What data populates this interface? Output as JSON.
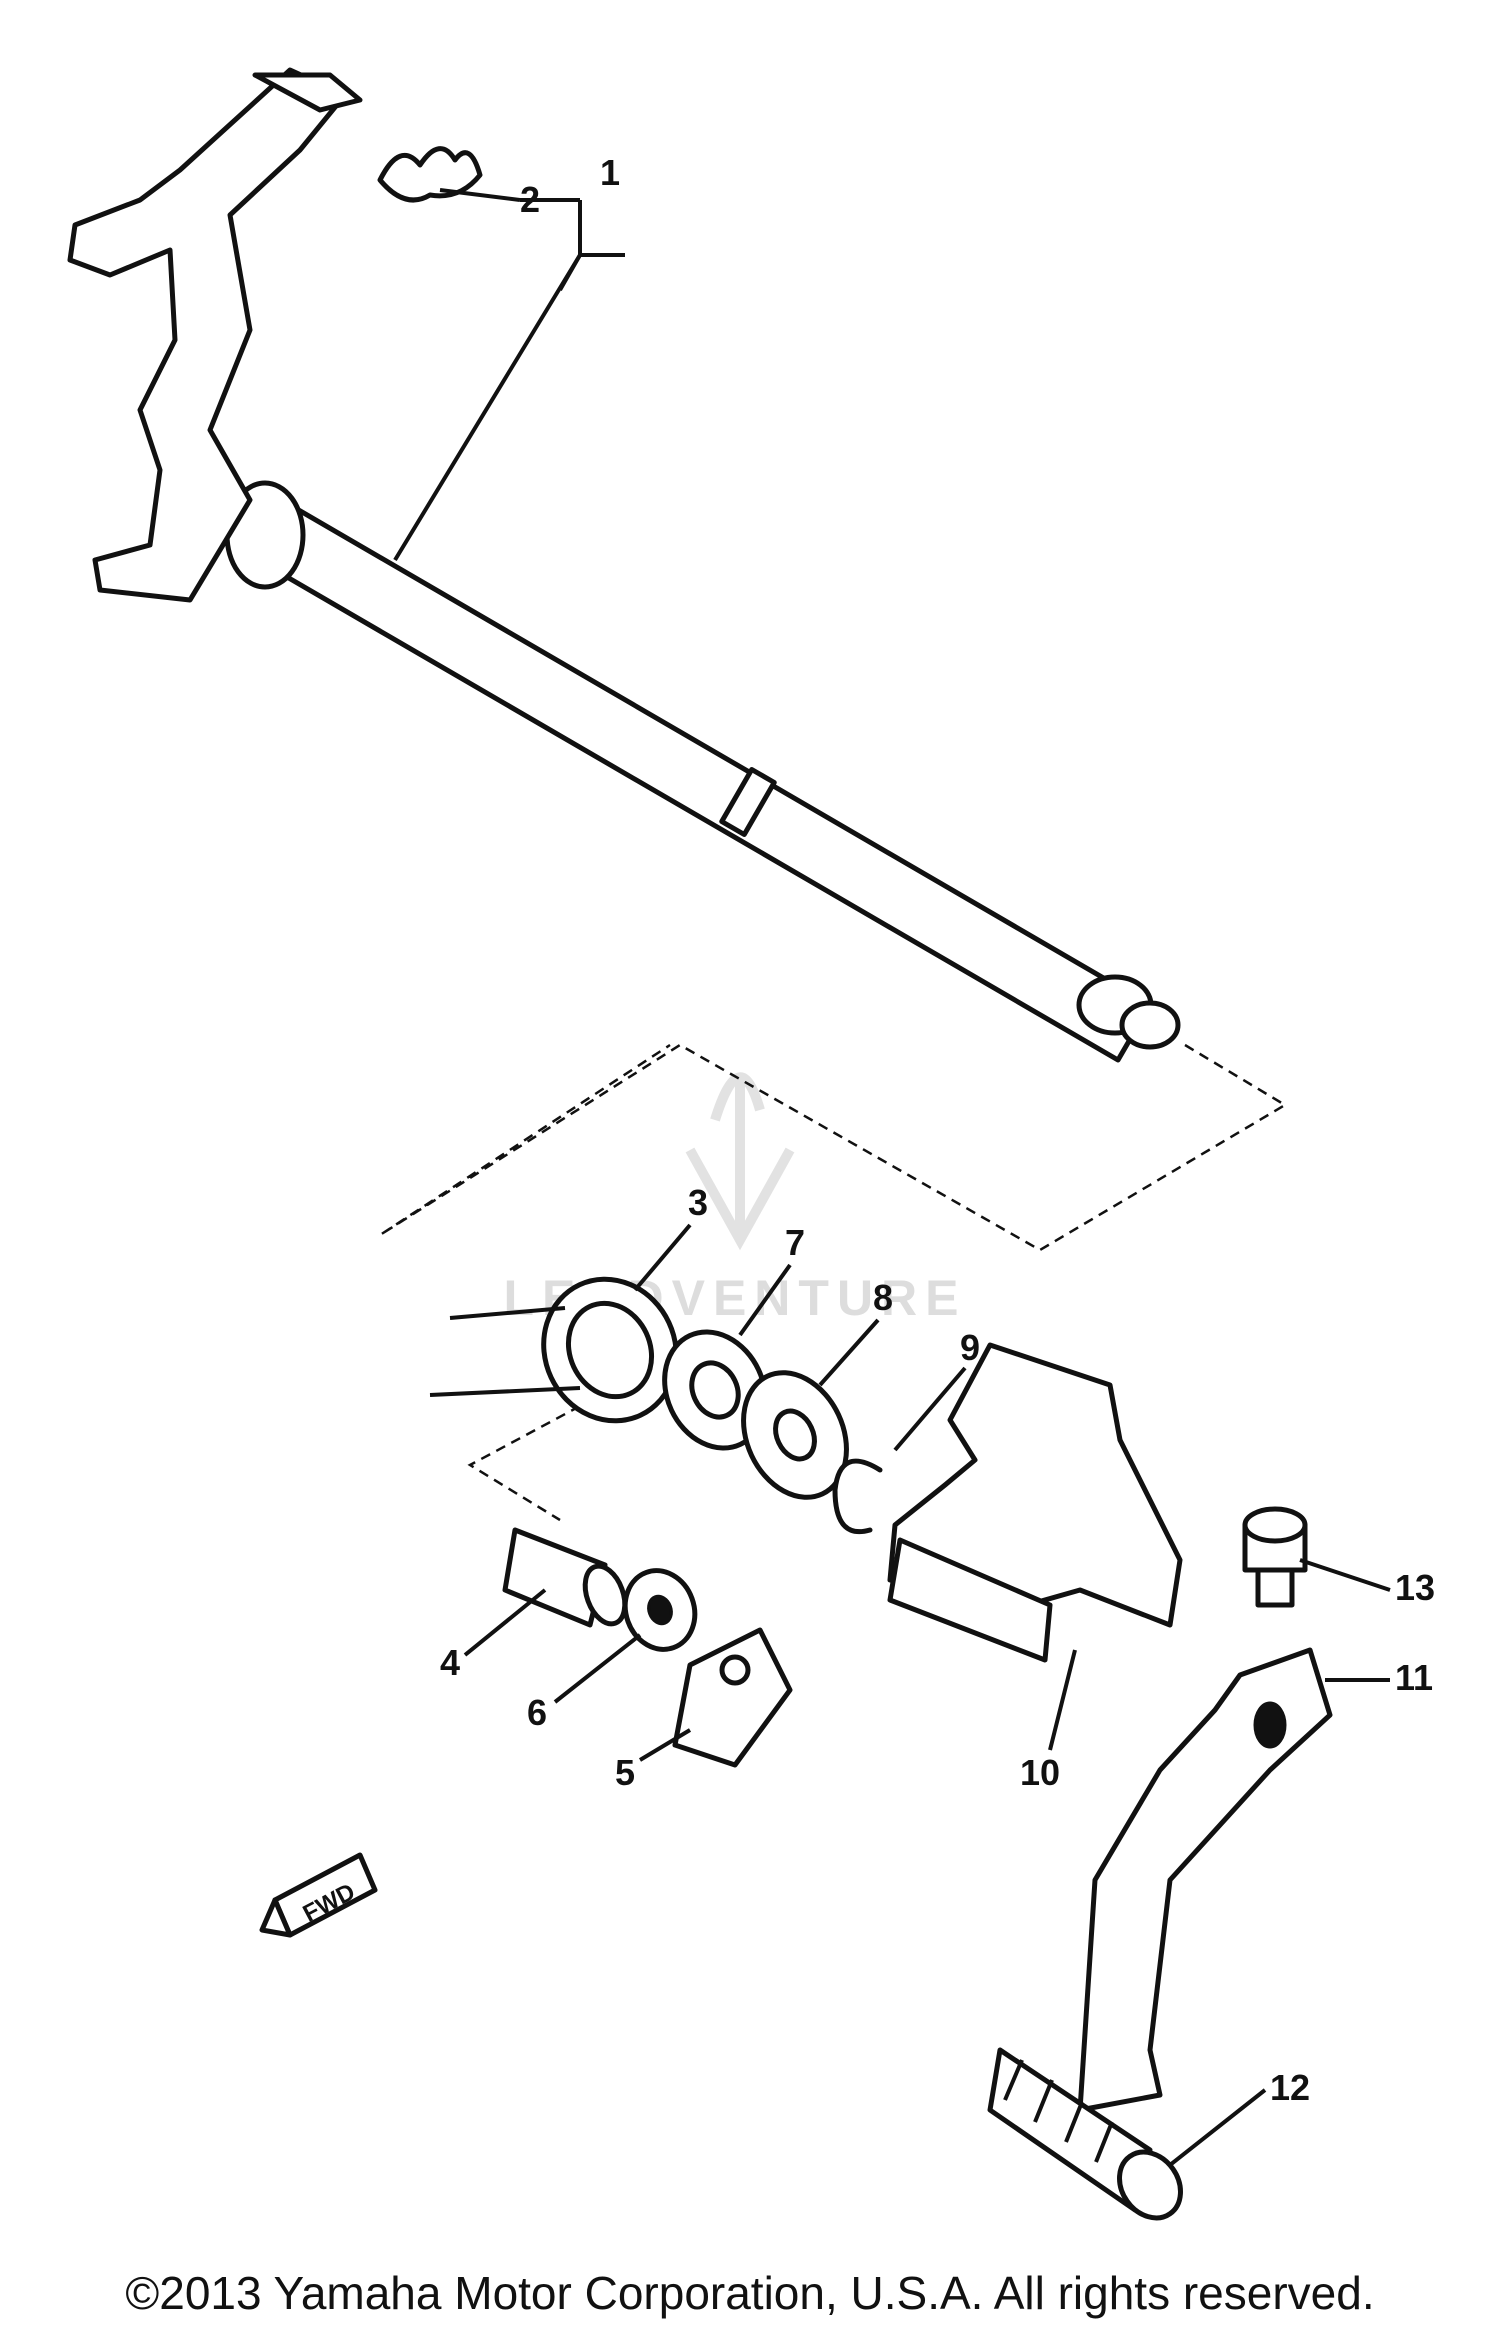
{
  "diagram": {
    "callouts": [
      {
        "id": "1",
        "label": "1"
      },
      {
        "id": "2",
        "label": "2"
      },
      {
        "id": "3",
        "label": "3"
      },
      {
        "id": "4",
        "label": "4"
      },
      {
        "id": "5",
        "label": "5"
      },
      {
        "id": "6",
        "label": "6"
      },
      {
        "id": "7",
        "label": "7"
      },
      {
        "id": "8",
        "label": "8"
      },
      {
        "id": "9",
        "label": "9"
      },
      {
        "id": "10",
        "label": "10"
      },
      {
        "id": "11",
        "label": "11"
      },
      {
        "id": "12",
        "label": "12"
      },
      {
        "id": "13",
        "label": "13"
      }
    ],
    "direction_marker": "FWD",
    "watermark": "LEADVENTURE"
  },
  "footer": {
    "copyright": "©2013 Yamaha Motor Corporation, U.S.A. All rights reserved."
  }
}
